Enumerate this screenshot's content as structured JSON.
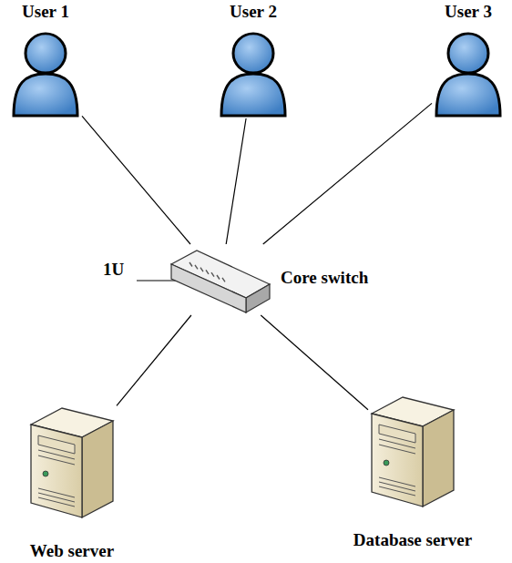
{
  "diagram": {
    "nodes": [
      {
        "text": [
          "User 1"
        ]
      },
      {
        "text": [
          "User 2"
        ]
      },
      {
        "text": [
          "User 3"
        ]
      },
      {
        "text": [
          "Core switch"
        ]
      },
      {
        "text": [
          "Web server"
        ]
      },
      {
        "text": [
          "Database server"
        ]
      }
    ],
    "edges": [
      {
        "from": 0,
        "to": 3,
        "arrow": "none"
      },
      {
        "from": 1,
        "to": 3,
        "arrow": "none"
      },
      {
        "from": 2,
        "to": 3,
        "arrow": "none"
      },
      {
        "from": 3,
        "to": 4,
        "arrow": "none"
      },
      {
        "from": 3,
        "to": 5,
        "arrow": "none"
      }
    ],
    "labels": [
      "1U"
    ]
  }
}
